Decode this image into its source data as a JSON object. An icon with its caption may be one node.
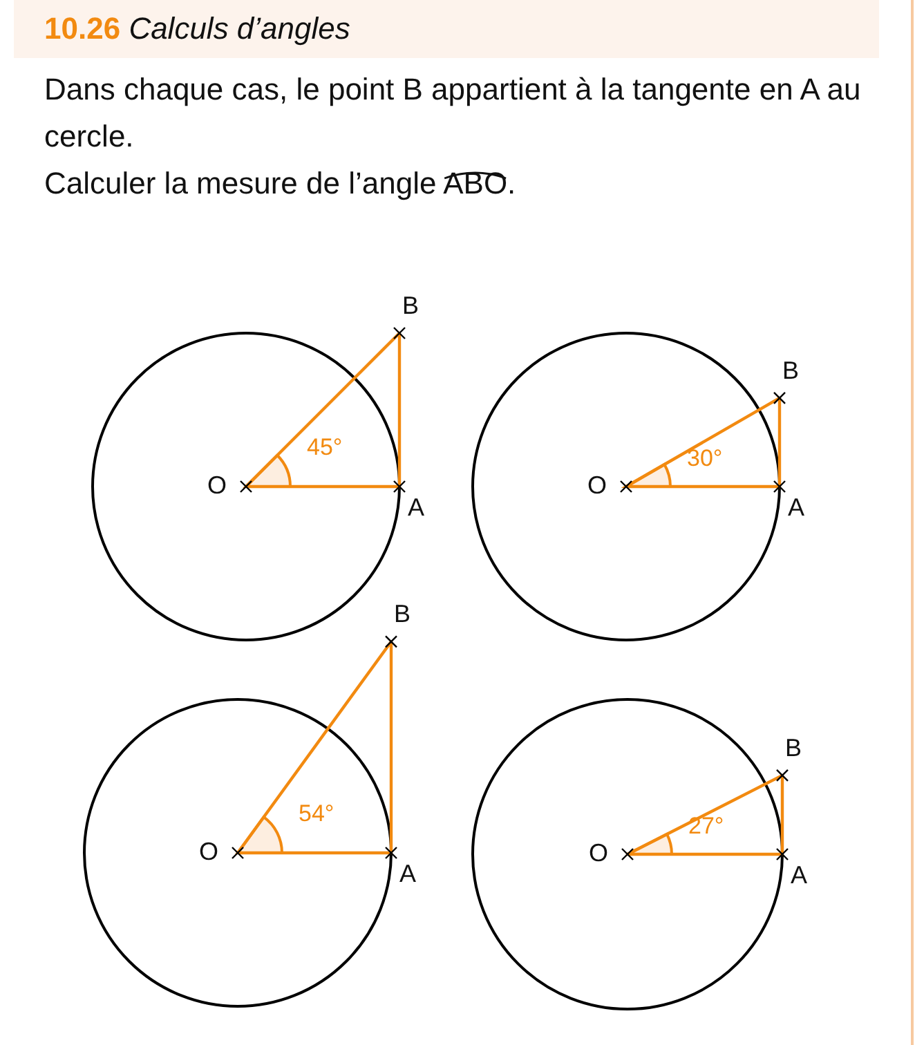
{
  "diagram": {
    "title": "**10.26** *Calculs d’angles*",
    "nodes": [
      {
        "text": [],
        "shape": "circle"
      },
      {
        "text": [],
        "shape": "circle"
      },
      {
        "text": [],
        "shape": "circle"
      },
      {
        "text": [],
        "shape": "circle"
      }
    ],
    "labels": [
      "Dans chaque cas, le point B appartient à la tangente en A au cercle.",
      "Calculer la mesure de l’angle ABO.",
      "B",
      "O",
      "45°",
      "A",
      "B",
      "O",
      "30°",
      "A",
      "B",
      "O",
      "54°",
      "A",
      "B",
      "O",
      "27°",
      "A"
    ]
  }
}
